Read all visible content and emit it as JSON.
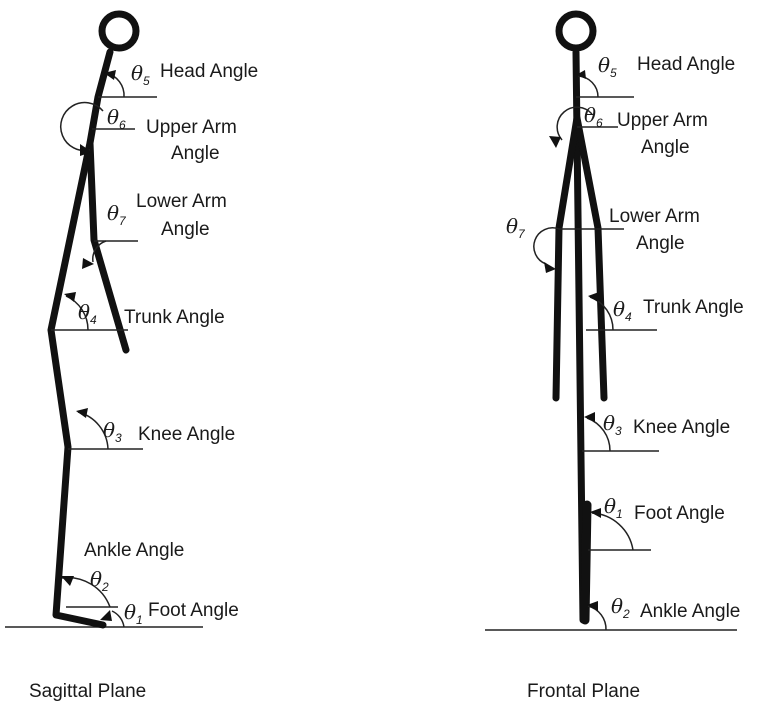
{
  "sagittal": {
    "caption": "Sagittal Plane",
    "labels": {
      "head": "Head Angle",
      "upper_arm_1": "Upper Arm",
      "upper_arm_2": "Angle",
      "lower_arm_1": "Lower Arm",
      "lower_arm_2": "Angle",
      "trunk": "Trunk Angle",
      "knee": "Knee Angle",
      "ankle": "Ankle Angle",
      "foot": "Foot Angle"
    },
    "thetas": {
      "t5": "5",
      "t6": "6",
      "t7": "7",
      "t4": "4",
      "t3": "3",
      "t2": "2",
      "t1": "1"
    }
  },
  "frontal": {
    "caption": "Frontal Plane",
    "labels": {
      "head": "Head Angle",
      "upper_arm_1": "Upper Arm",
      "upper_arm_2": "Angle",
      "lower_arm_1": "Lower Arm",
      "lower_arm_2": "Angle",
      "trunk": "Trunk Angle",
      "knee": "Knee Angle",
      "foot": "Foot Angle",
      "ankle": "Ankle Angle"
    },
    "thetas": {
      "t5": "5",
      "t6": "6",
      "t7": "7",
      "t4": "4",
      "t3": "3",
      "t1": "1",
      "t2": "2"
    }
  },
  "theta_symbol": "θ"
}
